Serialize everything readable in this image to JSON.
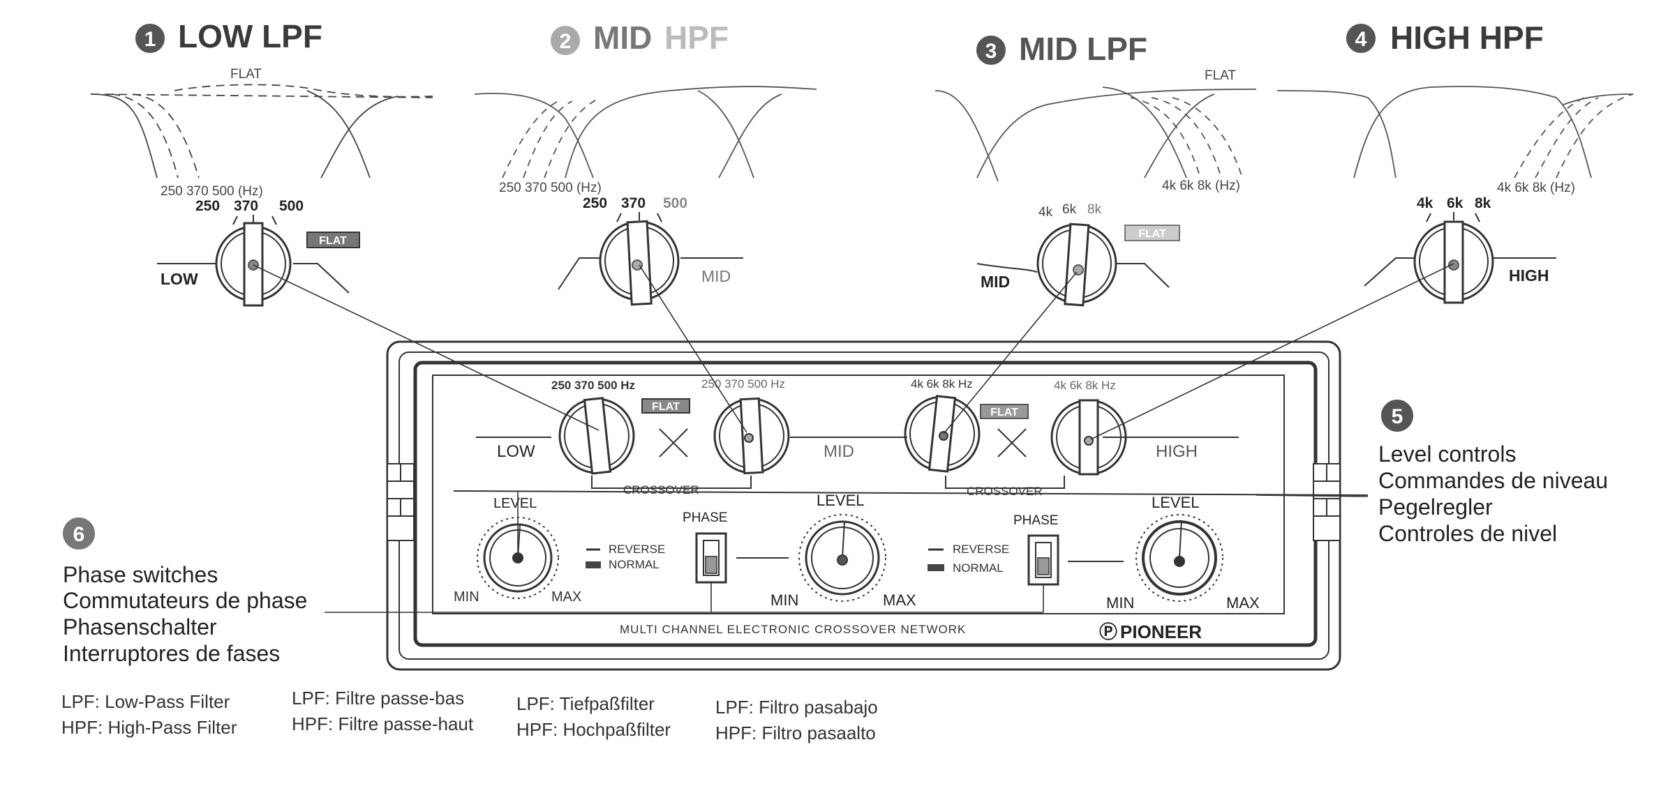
{
  "sections": [
    {
      "num": "1",
      "title": "LOW LPF",
      "freq_scale": "250 370 500 (Hz)",
      "knob_ticks": [
        "250",
        "370",
        "500"
      ],
      "flat_label": "FLAT",
      "curve_flat_label": "FLAT",
      "knob_side_label": "LOW"
    },
    {
      "num": "2",
      "title_a": "MID",
      "title_b": "HPF",
      "freq_scale": "250 370 500 (Hz)",
      "knob_ticks": [
        "250",
        "370",
        "500"
      ],
      "knob_side_label": "MID"
    },
    {
      "num": "3",
      "title": "MID LPF",
      "freq_scale": "4k 6k 8k (Hz)",
      "knob_ticks": [
        "4k",
        "6k",
        "8k"
      ],
      "flat_label": "FLAT",
      "curve_flat_label": "FLAT",
      "knob_side_label": "MID"
    },
    {
      "num": "4",
      "title": "HIGH HPF",
      "freq_scale": "4k 6k 8k (Hz)",
      "knob_ticks": [
        "4k",
        "6k",
        "8k"
      ],
      "knob_side_label": "HIGH"
    }
  ],
  "panel": {
    "low_ticks": "250 370 500 Hz",
    "mid_hpf_ticks": "250 370 500 Hz",
    "mid_lpf_ticks": "4k 6k 8k Hz",
    "high_ticks": "4k 6k 8k Hz",
    "flat": "FLAT",
    "low": "LOW",
    "mid": "MID",
    "high": "HIGH",
    "crossover": "CROSSOVER",
    "level": "LEVEL",
    "min": "MIN",
    "max": "MAX",
    "phase": "PHASE",
    "reverse": "REVERSE",
    "normal": "NORMAL",
    "model": "MULTI CHANNEL ELECTRONIC CROSSOVER NETWORK",
    "brand": "PIONEER",
    "brand_logo": "Ⓟ"
  },
  "callouts": {
    "level": {
      "num": "5",
      "lines": [
        "Level controls",
        "Commandes de niveau",
        "Pegelregler",
        "Controles de nivel"
      ]
    },
    "phase": {
      "num": "6",
      "lines": [
        "Phase switches",
        "Commutateurs de phase",
        "Phasenschalter",
        "Interruptores de fases"
      ]
    }
  },
  "legend": [
    {
      "lpf": "LPF: Low-Pass Filter",
      "hpf": "HPF: High-Pass Filter"
    },
    {
      "lpf": "LPF: Filtre passe-bas",
      "hpf": "HPF: Filtre passe-haut"
    },
    {
      "lpf": "LPF: Tiefpaßfilter",
      "hpf": "HPF: Hochpaßfilter"
    },
    {
      "lpf": "LPF: Filtro pasabajo",
      "hpf": "HPF: Filtro pasaalto"
    }
  ]
}
